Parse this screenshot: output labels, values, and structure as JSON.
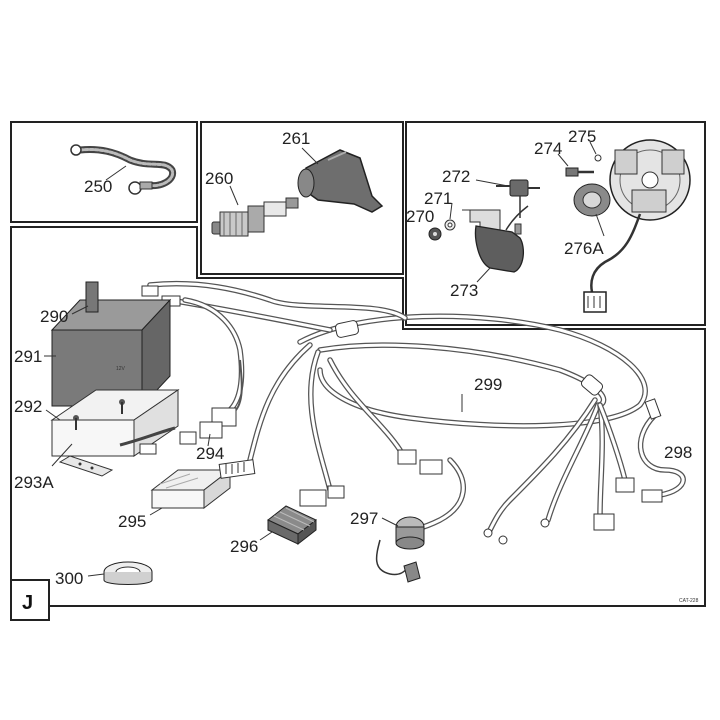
{
  "diagram": {
    "section_letter": "J",
    "catalog_code": "CAT-228",
    "battery_marking": "12V",
    "callouts": {
      "p250": "250",
      "p260": "260",
      "p261": "261",
      "p270": "270",
      "p271": "271",
      "p272": "272",
      "p273": "273",
      "p274": "274",
      "p275": "275",
      "p276a": "276A",
      "p290": "290",
      "p291": "291",
      "p292": "292",
      "p293a": "293A",
      "p294": "294",
      "p295": "295",
      "p296": "296",
      "p297": "297",
      "p298": "298",
      "p299": "299",
      "p300": "300"
    }
  }
}
